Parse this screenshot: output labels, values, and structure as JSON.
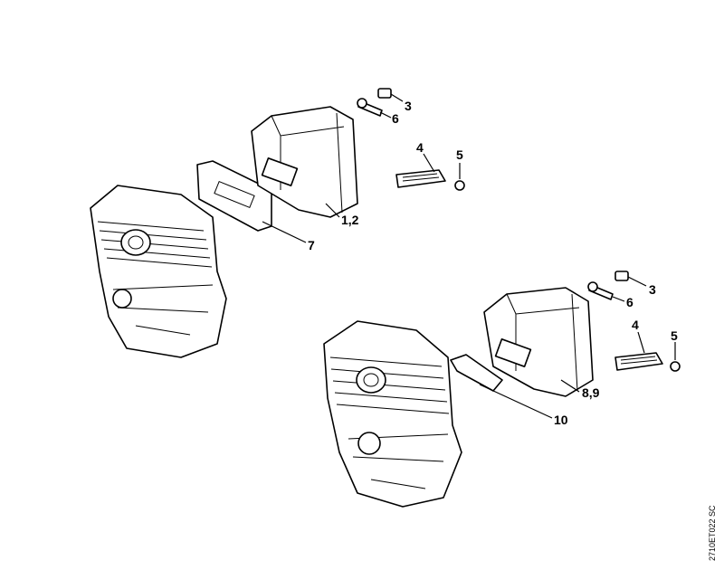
{
  "diagram_code": "2710ET022 SC",
  "callouts_top": [
    {
      "label": "3",
      "part": "nut"
    },
    {
      "label": "6",
      "part": "screw"
    },
    {
      "label": "4",
      "part": "spark-arresting-screen"
    },
    {
      "label": "5",
      "part": "screw"
    },
    {
      "label": "1,2",
      "part": "muffler"
    },
    {
      "label": "7",
      "part": "gasket"
    }
  ],
  "callouts_bottom": [
    {
      "label": "3",
      "part": "nut"
    },
    {
      "label": "6",
      "part": "screw"
    },
    {
      "label": "4",
      "part": "spark-arresting-screen"
    },
    {
      "label": "5",
      "part": "screw"
    },
    {
      "label": "8,9",
      "part": "muffler"
    },
    {
      "label": "10",
      "part": "gasket"
    }
  ]
}
